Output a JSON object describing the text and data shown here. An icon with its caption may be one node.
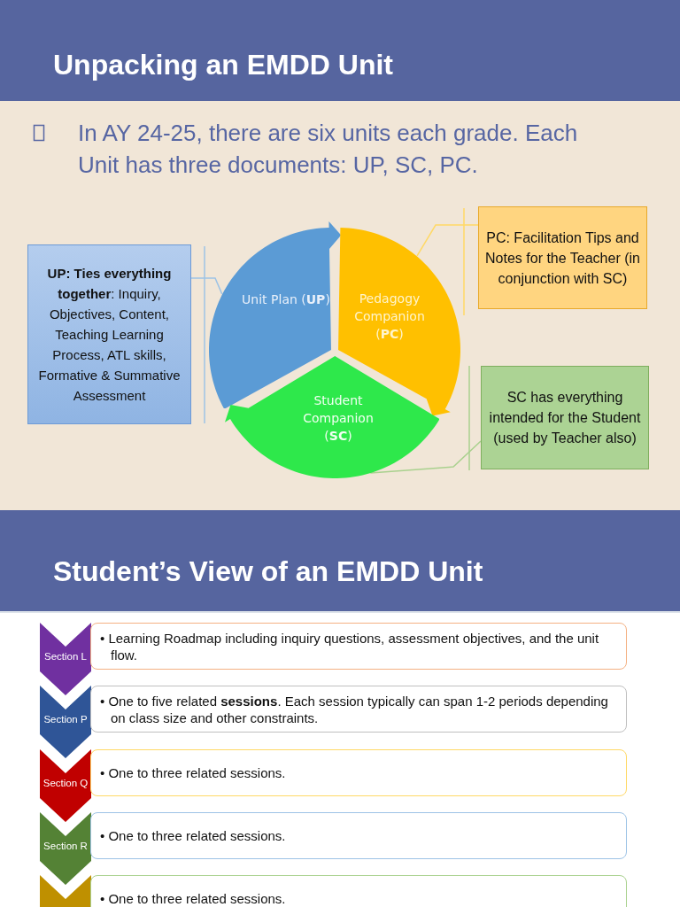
{
  "diagram": {
    "title": "Unpacking an EMDD Unit",
    "nodes": [
      {
        "text": [
          "PC: Facilitation Tips and Notes for the Teacher (in conjunction with SC)"
        ]
      },
      {
        "text": [
          "**UP: Ties everything together**: Inquiry, Objectives, Content, Teaching Learning Process, ATL skills, Formative & Summative Assessment"
        ]
      },
      {
        "text": [
          "Unit Plan (**UP**)"
        ]
      },
      {
        "text": [
          "Pedagogy Companion (**PC**)"
        ]
      },
      {
        "text": [
          "Student Companion (**SC**)"
        ]
      },
      {
        "text": [
          "SC has everything intended for the Student (used by Teacher also)"
        ]
      },
      {
        "text": [
          "Section L"
        ]
      },
      {
        "text": [
          "• Learning Roadmap including inquiry questions, assessment objectives, and the unit flow."
        ]
      },
      {
        "text": [
          "Section P"
        ]
      },
      {
        "text": [
          "• One to five related **sessions**. Each session typically can span 1-2 periods depending on class size and other constraints."
        ]
      },
      {
        "text": [
          "Section Q"
        ]
      },
      {
        "text": [
          "• One to three related sessions."
        ]
      },
      {
        "text": [
          "Section R"
        ]
      },
      {
        "text": [
          "• One to three related sessions."
        ]
      },
      {
        "text": [],
        "shape": "chevron"
      },
      {
        "text": [
          "• One to three related sessions."
        ]
      }
    ],
    "edges": [
      {
        "from": 1,
        "to": 2,
        "arrow": "none",
        "color": "#9dc3e6"
      },
      {
        "from": 0,
        "to": 3,
        "arrow": "none",
        "color": "#ffd966"
      },
      {
        "from": 5,
        "to": 4,
        "arrow": "none",
        "color": "#a9d18e"
      }
    ],
    "labels": [
      "In AY 24-25, there are six units each grade. Each Unit has three documents: UP, SC, PC.",
      "Student’s View of an EMDD Unit"
    ]
  }
}
